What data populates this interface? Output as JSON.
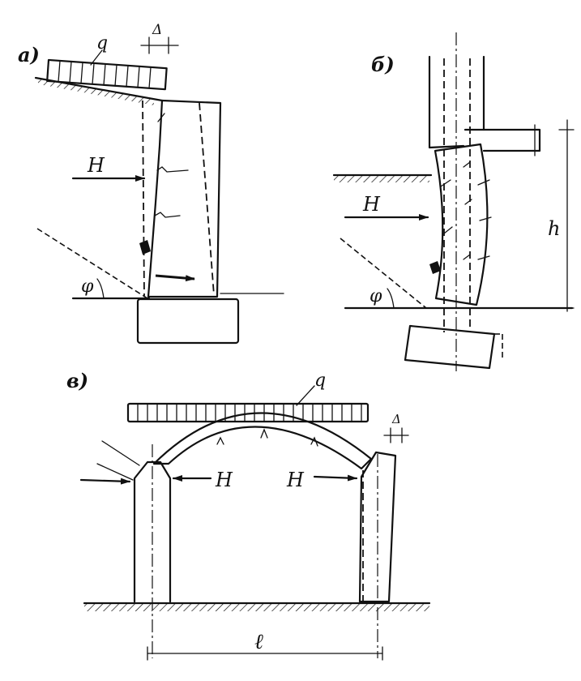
{
  "panel_a": {
    "label": "а)",
    "q": "q",
    "delta": "Δ",
    "H": "H",
    "phi": "φ"
  },
  "panel_b": {
    "label": "б)",
    "H": "H",
    "phi": "φ",
    "h": "h"
  },
  "panel_c": {
    "label": "в)",
    "q": "q",
    "delta": "Δ",
    "H_left": "H",
    "H_right": "H",
    "l": "ℓ"
  }
}
